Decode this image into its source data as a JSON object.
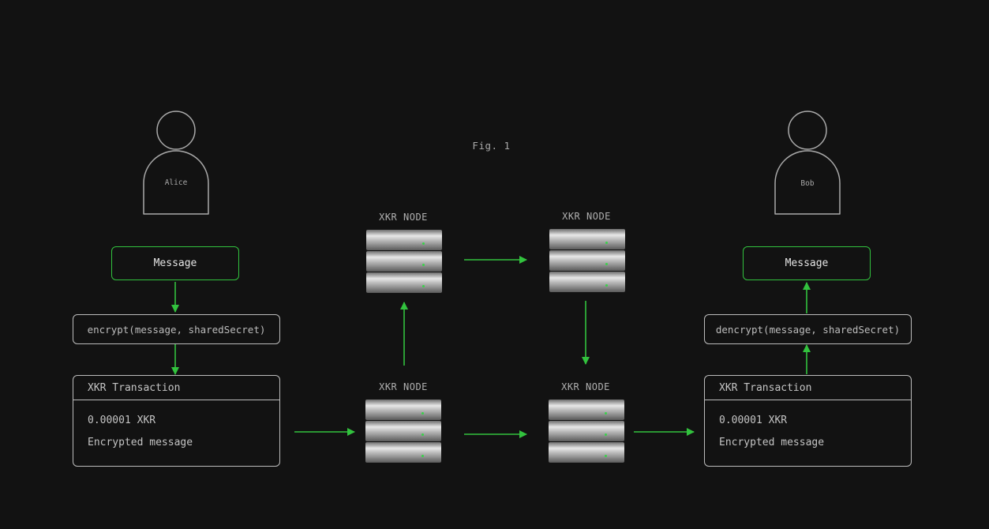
{
  "figure_caption": "Fig. 1",
  "sender": {
    "name": "Alice",
    "message_label": "Message",
    "function_label": "encrypt(message, sharedSecret)",
    "transaction": {
      "title": "XKR Transaction",
      "amount": "0.00001 XKR",
      "payload": "Encrypted message"
    }
  },
  "receiver": {
    "name": "Bob",
    "message_label": "Message",
    "function_label": "dencrypt(message, sharedSecret)",
    "transaction": {
      "title": "XKR Transaction",
      "amount": "0.00001 XKR",
      "payload": "Encrypted message"
    }
  },
  "nodes": [
    {
      "label": "XKR NODE"
    },
    {
      "label": "XKR NODE"
    },
    {
      "label": "XKR NODE"
    },
    {
      "label": "XKR NODE"
    }
  ],
  "colors": {
    "background": "#121212",
    "accent_green": "#32c23e",
    "outline": "#bcbcbc"
  },
  "icons": [
    "person-icon",
    "server-icon",
    "arrow-icon"
  ]
}
